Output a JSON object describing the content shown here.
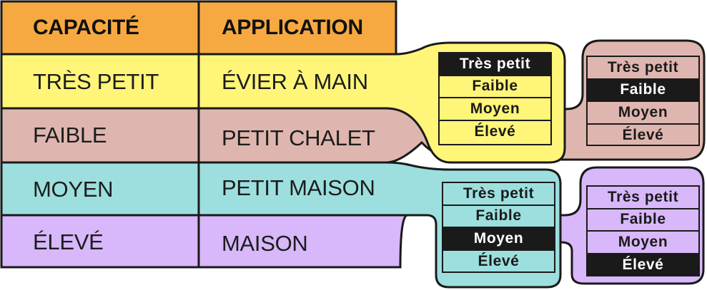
{
  "table": {
    "headers": {
      "capacity": "CAPACITÉ",
      "application": "APPLICATION"
    },
    "rows": [
      {
        "capacity": "TRÈS PETIT",
        "application": "ÉVIER À MAIN"
      },
      {
        "capacity": "FAIBLE",
        "application": "PETIT CHALET"
      },
      {
        "capacity": "MOYEN",
        "application": "PETIT MAISON"
      },
      {
        "capacity": "ÉLEVÉ",
        "application": "MAISON"
      }
    ]
  },
  "colors": {
    "header": "#F7A941",
    "row_tres_petit": "#FFF579",
    "row_faible": "#DFB6AF",
    "row_moyen": "#9DDFDF",
    "row_eleve": "#D8B7FA",
    "outline": "#1a1a1a"
  },
  "options": [
    "Très petit",
    "Faible",
    "Moyen",
    "Élevé"
  ],
  "selectors": [
    {
      "color": "row_tres_petit",
      "selected": 0
    },
    {
      "color": "row_faible",
      "selected": 1
    },
    {
      "color": "row_moyen",
      "selected": 2
    },
    {
      "color": "row_eleve",
      "selected": 3
    }
  ]
}
